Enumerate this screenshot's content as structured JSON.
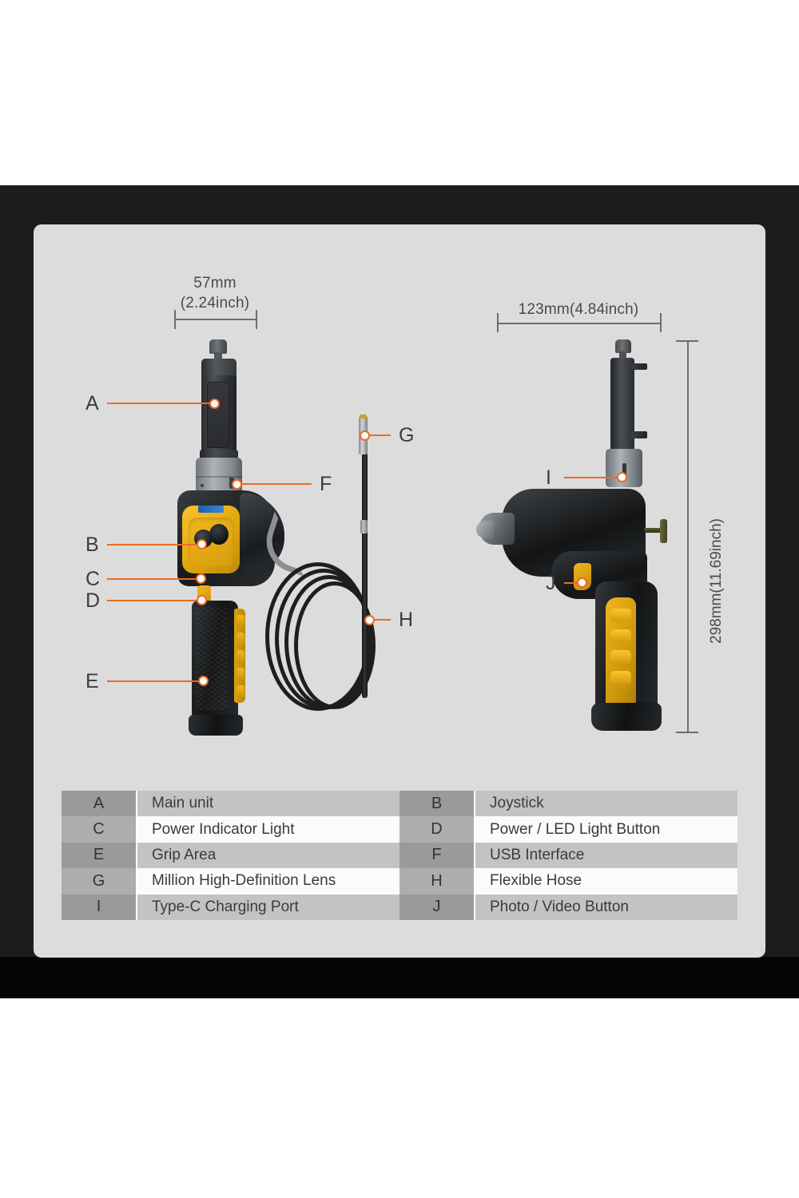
{
  "product_diagram": {
    "dimensions": {
      "front_width": "57mm\n(2.24inch)",
      "side_width": "123mm(4.84inch)",
      "height": "298mm(11.69inch)"
    },
    "callouts": [
      {
        "letter": "A",
        "target": "main-unit"
      },
      {
        "letter": "B",
        "target": "joystick"
      },
      {
        "letter": "C",
        "target": "power-indicator-light"
      },
      {
        "letter": "D",
        "target": "power-led-light-button"
      },
      {
        "letter": "E",
        "target": "grip-area"
      },
      {
        "letter": "F",
        "target": "usb-interface"
      },
      {
        "letter": "G",
        "target": "lens"
      },
      {
        "letter": "H",
        "target": "flexible-hose"
      },
      {
        "letter": "I",
        "target": "type-c-charging-port"
      },
      {
        "letter": "J",
        "target": "photo-video-button"
      }
    ],
    "legend": {
      "rows": [
        {
          "left_letter": "A",
          "left_label": "Main unit",
          "right_letter": "B",
          "right_label": "Joystick"
        },
        {
          "left_letter": "C",
          "left_label": "Power Indicator Light",
          "right_letter": "D",
          "right_label": "Power / LED Light Button"
        },
        {
          "left_letter": "E",
          "left_label": "Grip Area",
          "right_letter": "F",
          "right_label": "USB Interface"
        },
        {
          "left_letter": "G",
          "left_label": "Million High-Definition Lens",
          "right_letter": "H",
          "right_label": "Flexible Hose"
        },
        {
          "left_letter": "I",
          "left_label": "Type-C Charging Port",
          "right_letter": "J",
          "right_label": "Photo / Video Button"
        }
      ]
    },
    "colors": {
      "accent_orange": "#ee6a25",
      "device_yellow": "#f0b61c",
      "panel_background": "#dcdcdc",
      "backdrop": "#1c1c1c"
    }
  }
}
